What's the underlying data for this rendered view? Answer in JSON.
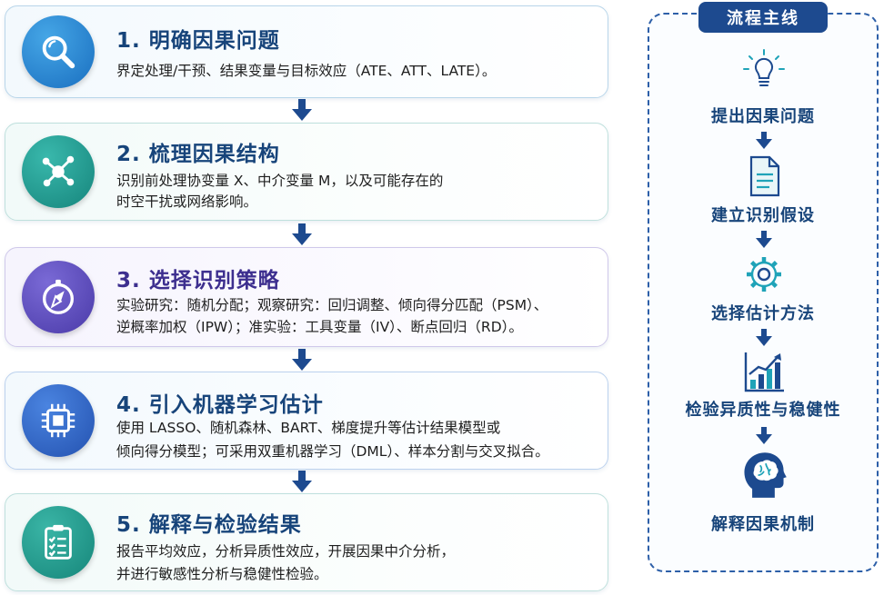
{
  "steps": [
    {
      "title": "1. 明确因果问题",
      "desc": [
        "界定处理/干预、结果变量与目标效应（ATE、ATT、LATE）。"
      ],
      "icon": "search-icon",
      "color": "#1a6fc0"
    },
    {
      "title": "2. 梳理因果结构",
      "desc": [
        "识别前处理协变量 X、中介变量 M，以及可能存在的",
        "时空干扰或网络影响。"
      ],
      "icon": "network-icon",
      "color": "#16857c"
    },
    {
      "title": "3. 选择识别策略",
      "desc": [
        "实验研究：随机分配；观察研究：回归调整、倾向得分匹配（PSM）、",
        "逆概率加权（IPW）；准实验：工具变量（IV）、断点回归（RD）。"
      ],
      "icon": "compass-icon",
      "color": "#4a3aa8"
    },
    {
      "title": "4. 引入机器学习估计",
      "desc": [
        "使用 LASSO、随机森林、BART、梯度提升等估计结果模型或",
        "倾向得分模型；可采用双重机器学习（DML）、样本分割与交叉拟合。"
      ],
      "icon": "chip-icon",
      "color": "#2452b0"
    },
    {
      "title": "5. 解释与检验结果",
      "desc": [
        "报告平均效应，分析异质性效应，开展因果中介分析，",
        "并进行敏感性分析与稳健性检验。"
      ],
      "icon": "checklist-icon",
      "color": "#16867a"
    }
  ],
  "flow": {
    "title": "流程主线",
    "items": [
      {
        "label": "提出因果问题",
        "icon": "lightbulb-icon"
      },
      {
        "label": "建立识别假设",
        "icon": "document-icon"
      },
      {
        "label": "选择估计方法",
        "icon": "gear-icon"
      },
      {
        "label": "检验异质性与稳健性",
        "icon": "bar-chart-icon"
      },
      {
        "label": "解释因果机制",
        "icon": "brain-head-icon"
      }
    ]
  },
  "colors": {
    "primary": "#1d4a8f",
    "arrow": "#1d4a8f"
  }
}
